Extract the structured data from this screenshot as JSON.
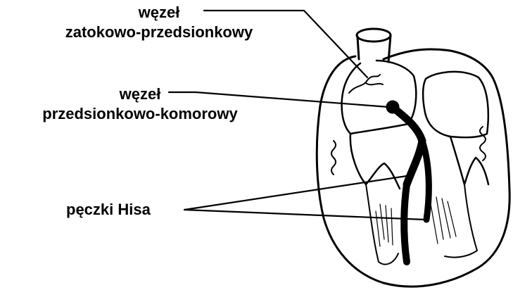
{
  "labels": {
    "sa_node_line1": "węzeł",
    "sa_node_line2": "zatokowo-przedsionkowy",
    "av_node_line1": "węzeł",
    "av_node_line2": "przedsionkowo-komorowy",
    "his_bundle": "pęczki Hisa"
  },
  "colors": {
    "ink": "#000000",
    "background": "#ffffff"
  }
}
